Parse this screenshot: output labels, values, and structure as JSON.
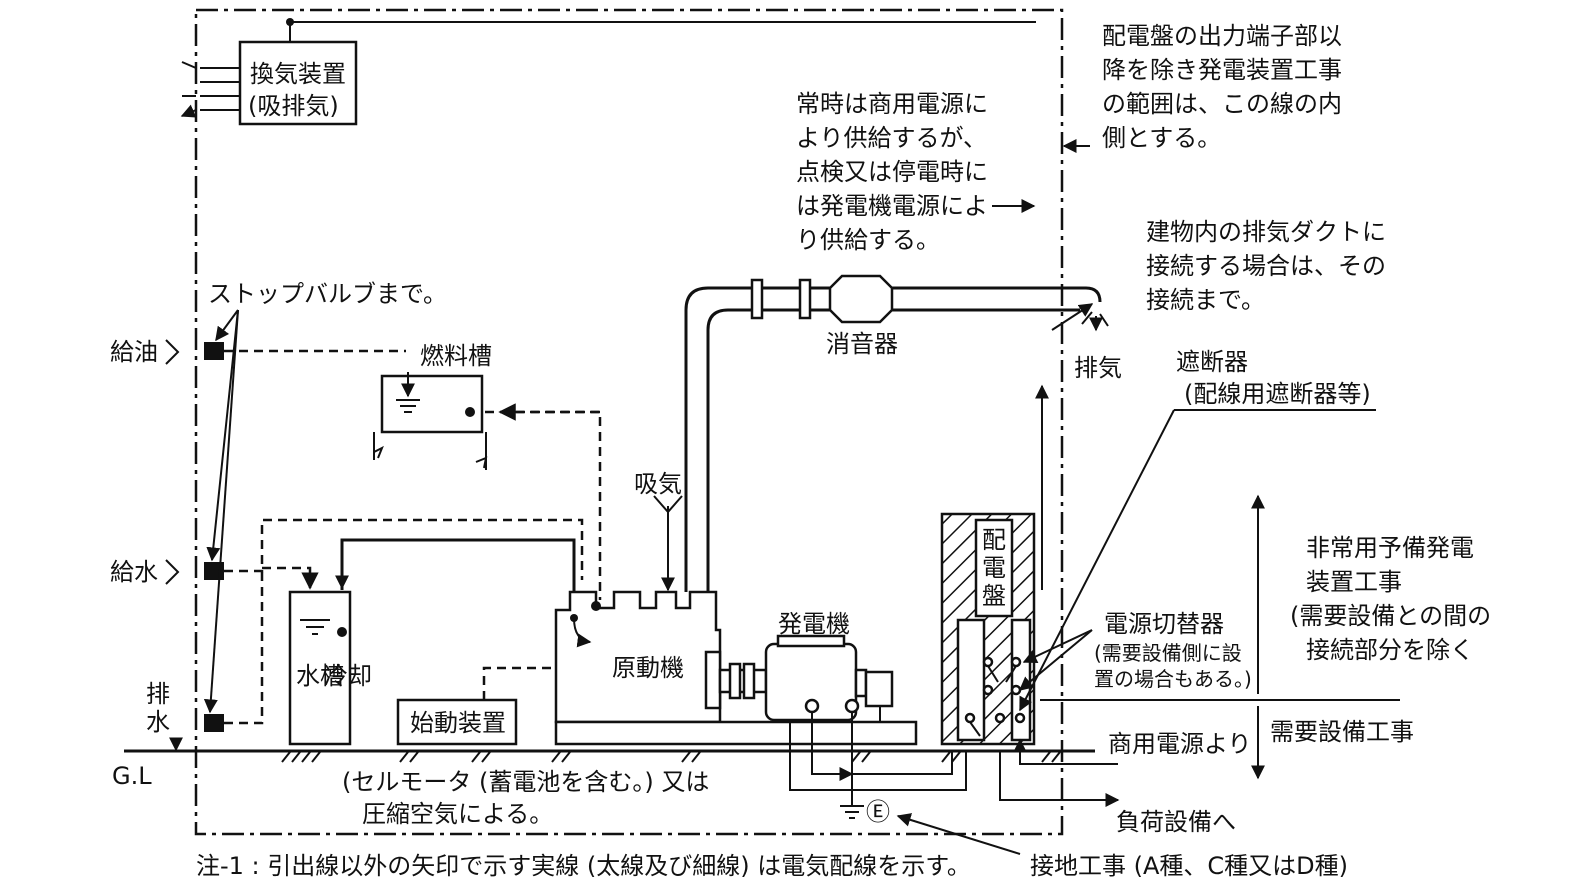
{
  "colors": {
    "ink": "#111111",
    "background": "#ffffff"
  },
  "labels": {
    "ventilation_1": "換気装置",
    "ventilation_2": "(吸排気)",
    "stop_valve": "ストップバルブまで。",
    "fuel_supply": "給油",
    "water_supply": "給水",
    "drain_1": "排",
    "drain_2": "水",
    "gl": "G.L",
    "fuel_tank": "燃料槽",
    "cooling_tank_1": "冷却",
    "cooling_tank_2": "水槽",
    "starter": "始動装置",
    "intake": "吸気",
    "engine": "原動機",
    "generator": "発電機",
    "muffler": "消音器",
    "exhaust": "排気",
    "panel_1": "配",
    "panel_2": "電",
    "panel_3": "盤",
    "breaker_1": "遮断器",
    "breaker_2": "(配線用遮断器等)",
    "switch_1": "電源切替器",
    "switch_2": "(需要設備側に設",
    "switch_3": "置の場合もある。)",
    "from_commercial": "商用電源より",
    "to_load": "負荷設備へ",
    "ground_symbol": "Ⓔ",
    "grounding_work": "接地工事 (A種、C種又はD種)"
  },
  "notes": {
    "scope_1": "配電盤の出力端子部以",
    "scope_2": "降を除き発電装置工事",
    "scope_3": "の範囲は、この線の内",
    "scope_4": "側とする。",
    "supply_1": "常時は商用電源に",
    "supply_2": "より供給するが、",
    "supply_3": "点検又は停電時に",
    "supply_4": "は発電機電源によ",
    "supply_5": "り供給する。",
    "duct_1": "建物内の排気ダクトに",
    "duct_2": "接続する場合は、その",
    "duct_3": "接続まで。",
    "emergency_1": "非常用予備発電",
    "emergency_2": "装置工事",
    "emergency_3": "(需要設備との間の",
    "emergency_4": "接続部分を除く",
    "demand_work": "需要設備工事",
    "starter_note_1": "(セルモータ (蓄電池を含む。) 又は",
    "starter_note_2": "圧縮空気による。",
    "footnote": "注-1 : 引出線以外の矢印で示す実線 (太線及び細線) は電気配線を示す。"
  }
}
